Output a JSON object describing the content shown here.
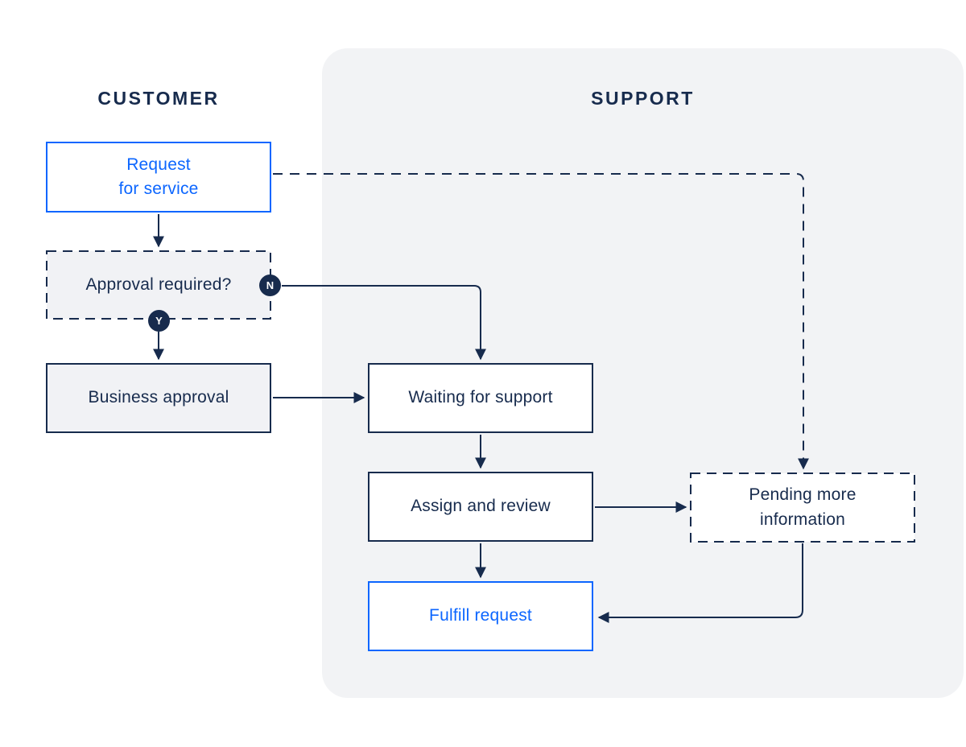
{
  "diagram": {
    "lanes": {
      "customer": {
        "label": "CUSTOMER"
      },
      "support": {
        "label": "SUPPORT"
      }
    },
    "nodes": {
      "request_for_service": {
        "lines": [
          "Request",
          "for service"
        ],
        "style": "blue-outline"
      },
      "approval_required": {
        "label": "Approval required?",
        "style": "dashed-gray-fill"
      },
      "business_approval": {
        "label": "Business approval",
        "style": "solid-gray-fill"
      },
      "waiting_for_support": {
        "label": "Waiting for support",
        "style": "solid-white"
      },
      "assign_and_review": {
        "label": "Assign and review",
        "style": "solid-white"
      },
      "fulfill_request": {
        "label": "Fulfill request",
        "style": "blue-outline"
      },
      "pending_more_information": {
        "lines": [
          "Pending more",
          "information"
        ],
        "style": "dashed-white"
      }
    },
    "decision_labels": {
      "no": "N",
      "yes": "Y"
    },
    "colors": {
      "navy": "#172b4d",
      "blue": "#0c66ff",
      "panel_background": "#f2f3f5",
      "gray_box_fill": "#f1f2f5",
      "white": "#ffffff"
    }
  }
}
